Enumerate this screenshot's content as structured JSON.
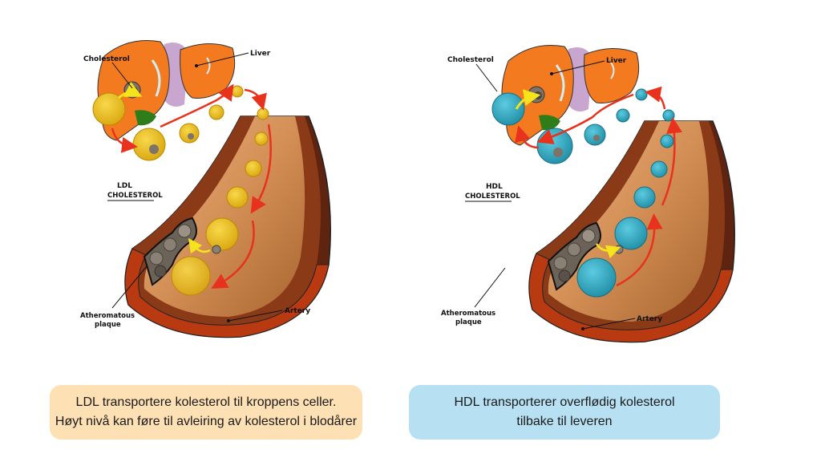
{
  "colors": {
    "liver": "#f47a20",
    "liver_dark": "#d85f0c",
    "gallbladder": "#2e7d1a",
    "pancreas_lobe": "#c9a6cf",
    "artery_outer": "#b93a10",
    "artery_dark": "#7a2d12",
    "artery_lumen": "#d38f55",
    "ldl": "#f1c21b",
    "hdl": "#3bb3cc",
    "arrow": "#e8321d",
    "yellow_arrow": "#f5e31c",
    "plaque": "#6b6258",
    "ldl_caption_bg": "#fde0b4",
    "hdl_caption_bg": "#b7e1f2"
  },
  "left_panel": {
    "title_line1": "LDL",
    "title_line2": "CHOLESTEROL",
    "labels": {
      "cholesterol": "Cholesterol",
      "liver": "Liver",
      "plaque_line1": "Atheromatous",
      "plaque_line2": "plaque",
      "artery": "Artery"
    },
    "particle_label": "LDL",
    "caption_lines": [
      "LDL transportere kolesterol til kroppens celler.",
      "Høyt nivå kan føre til avleiring av kolesterol i blodårer"
    ]
  },
  "right_panel": {
    "title_line1": "HDL",
    "title_line2": "CHOLESTEROL",
    "labels": {
      "cholesterol": "Cholesterol",
      "liver": "Liver",
      "plaque_line1": "Atheromatous",
      "plaque_line2": "plaque",
      "artery": "Artery"
    },
    "particle_label": "HDL",
    "caption_lines": [
      "HDL transporterer overflødig kolesterol",
      "tilbake til leveren"
    ]
  }
}
